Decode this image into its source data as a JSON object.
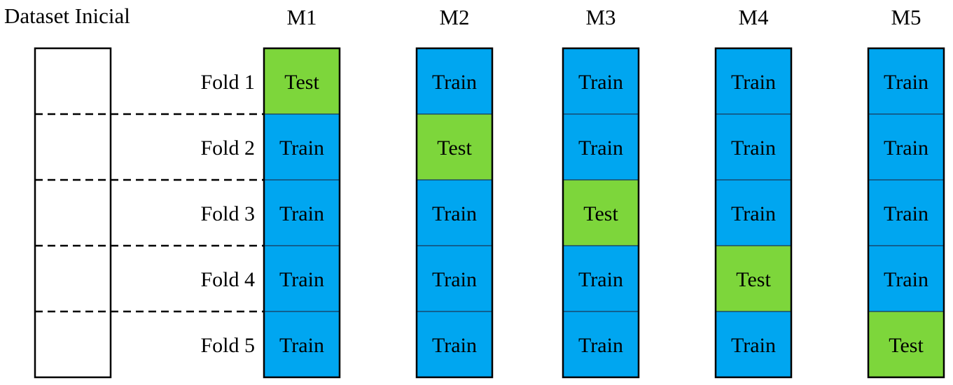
{
  "diagram": {
    "dataset_label": "Dataset Inicial",
    "folds": [
      "Fold 1",
      "Fold 2",
      "Fold 3",
      "Fold 4",
      "Fold 5"
    ],
    "models": [
      {
        "name": "M1",
        "cells": [
          "Test",
          "Train",
          "Train",
          "Train",
          "Train"
        ]
      },
      {
        "name": "M2",
        "cells": [
          "Train",
          "Test",
          "Train",
          "Train",
          "Train"
        ]
      },
      {
        "name": "M3",
        "cells": [
          "Train",
          "Train",
          "Test",
          "Train",
          "Train"
        ]
      },
      {
        "name": "M4",
        "cells": [
          "Train",
          "Train",
          "Train",
          "Test",
          "Train"
        ]
      },
      {
        "name": "M5",
        "cells": [
          "Train",
          "Train",
          "Train",
          "Train",
          "Test"
        ]
      }
    ],
    "colors": {
      "train": "#00a6f0",
      "test": "#7dd63b",
      "border": "#000000",
      "cell_divider": "#1c3b5a"
    }
  }
}
